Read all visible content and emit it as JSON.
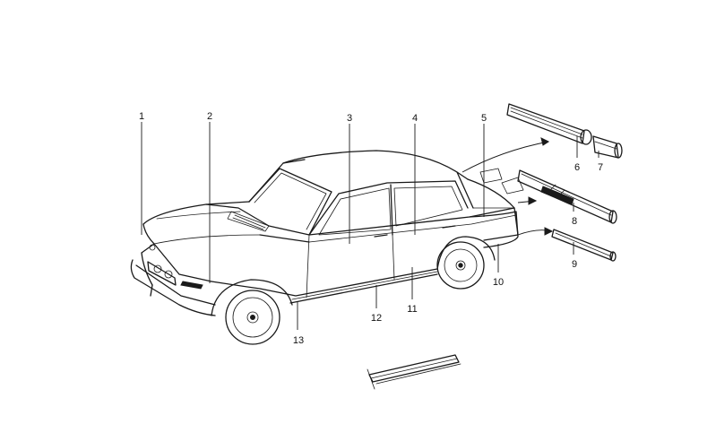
{
  "callouts": {
    "c1": "1",
    "c2": "2",
    "c3": "3",
    "c4": "4",
    "c5": "5",
    "c6": "6",
    "c7": "7",
    "c8": "8",
    "c9": "9",
    "c10": "10",
    "c11": "11",
    "c12": "12",
    "c13": "13"
  },
  "colors": {
    "ink": "#1a1a1a",
    "background": "#ffffff"
  }
}
